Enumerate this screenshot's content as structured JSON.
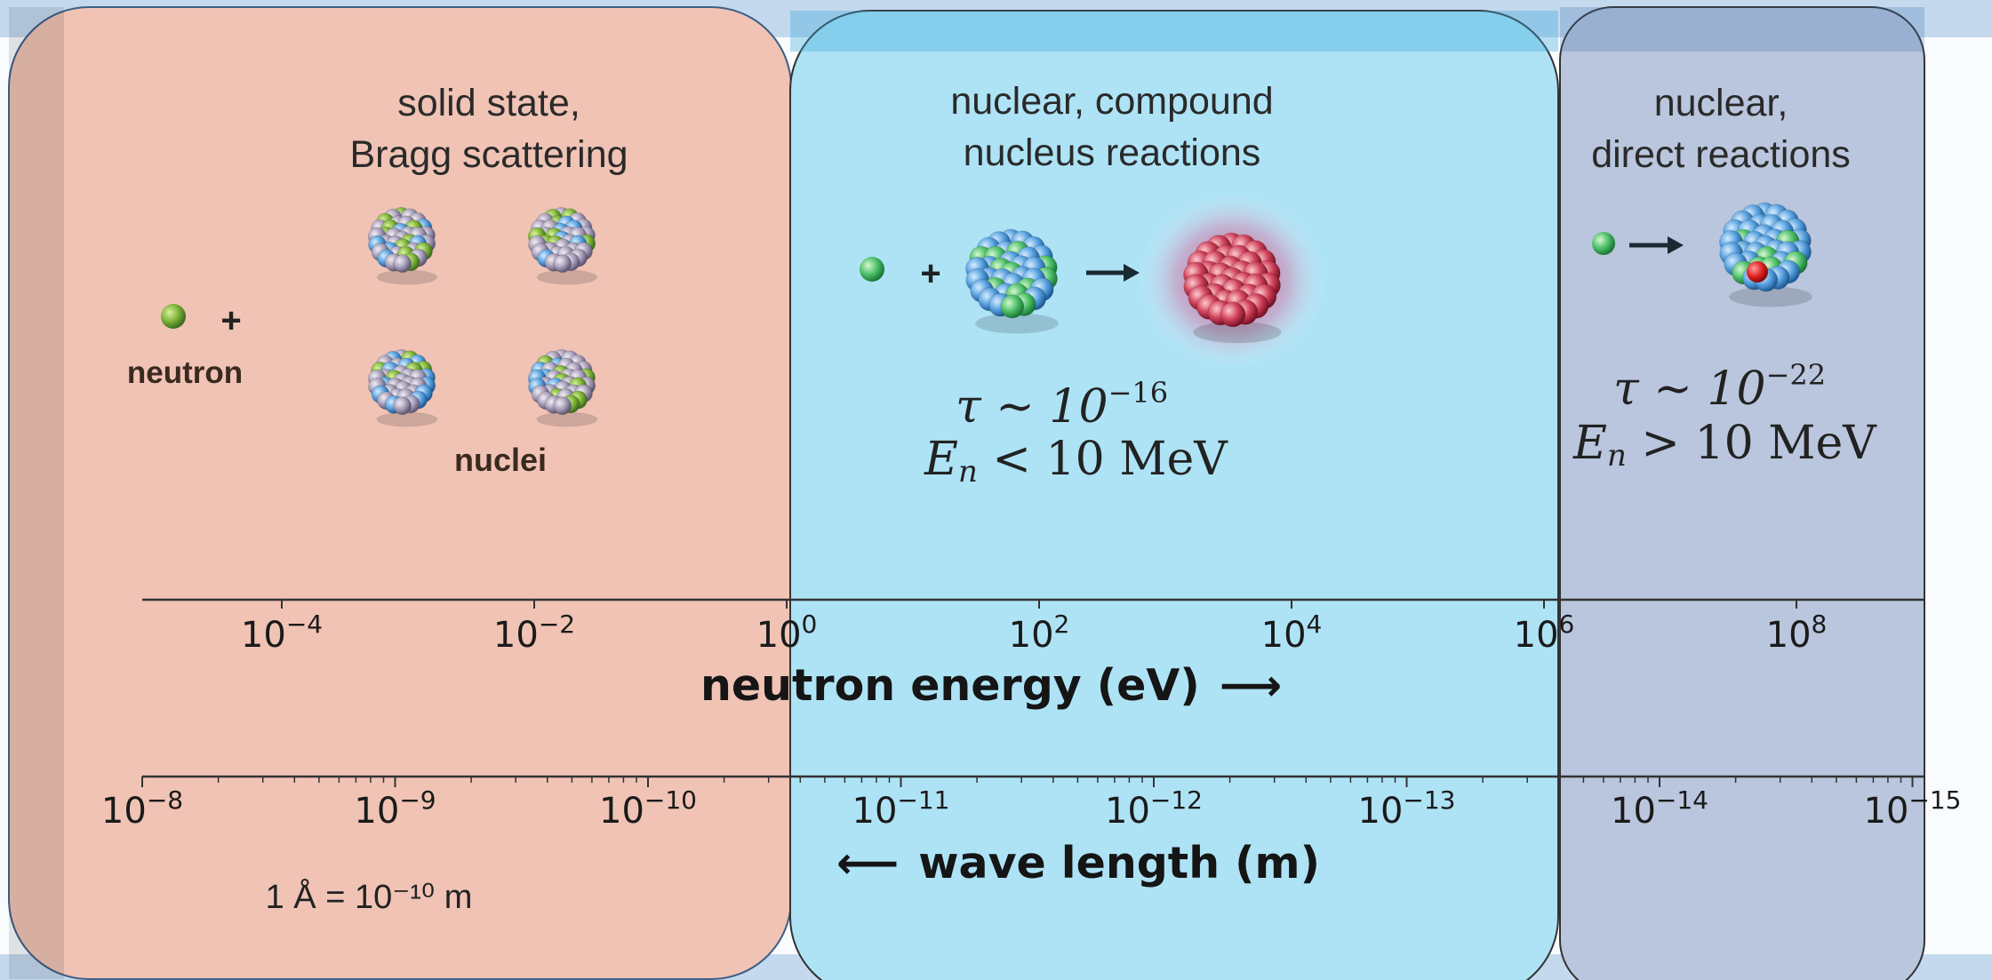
{
  "regions": [
    {
      "id": "solid",
      "title_lines": [
        "solid state,",
        "Bragg scattering"
      ],
      "color": "#f0c3b5"
    },
    {
      "id": "compound",
      "title_lines": [
        "nuclear, compound",
        "nucleus reactions"
      ],
      "color": "#aee3f6"
    },
    {
      "id": "direct",
      "title_lines": [
        "nuclear,",
        "direct reactions"
      ],
      "color": "#b9c6dd"
    }
  ],
  "labels": {
    "neutron": "neutron",
    "nuclei": "nuclei",
    "plus": "+",
    "angstrom_note": "1 Å = 10⁻¹⁰ m"
  },
  "formulas": {
    "compound": {
      "tau_base": "τ ~ 10",
      "tau_exp": "−16",
      "energy_sym": "E",
      "energy_sub": "n",
      "energy_rel": " < 10 MeV"
    },
    "direct": {
      "tau_base": "τ ~ 10",
      "tau_exp": "−22",
      "energy_sym": "E",
      "energy_sub": "n",
      "energy_rel": " > 10 MeV"
    }
  },
  "energy_axis": {
    "title": "neutron energy (eV)",
    "arrow": "⟶",
    "scale": "log",
    "range": [
      "1e-5",
      "1e9"
    ],
    "ticks": [
      {
        "base": "10",
        "exp": "−4"
      },
      {
        "base": "10",
        "exp": "−2"
      },
      {
        "base": "10",
        "exp": "0"
      },
      {
        "base": "10",
        "exp": "2"
      },
      {
        "base": "10",
        "exp": "4"
      },
      {
        "base": "10",
        "exp": "6"
      },
      {
        "base": "10",
        "exp": "8"
      }
    ]
  },
  "wavelength_axis": {
    "title": "wave length (m)",
    "arrow": "⟵",
    "scale": "log",
    "ticks": [
      {
        "base": "10",
        "exp": "−8"
      },
      {
        "base": "10",
        "exp": "−9"
      },
      {
        "base": "10",
        "exp": "−10"
      },
      {
        "base": "10",
        "exp": "−11"
      },
      {
        "base": "10",
        "exp": "−12"
      },
      {
        "base": "10",
        "exp": "−13"
      },
      {
        "base": "10",
        "exp": "−14"
      },
      {
        "base": "10",
        "exp": "−15"
      }
    ]
  },
  "colors": {
    "background": "#c4d9ee",
    "neutron_ball": "#8fbf3a",
    "compound_nucleus": "#c1304e",
    "axis_line": "#333333"
  }
}
